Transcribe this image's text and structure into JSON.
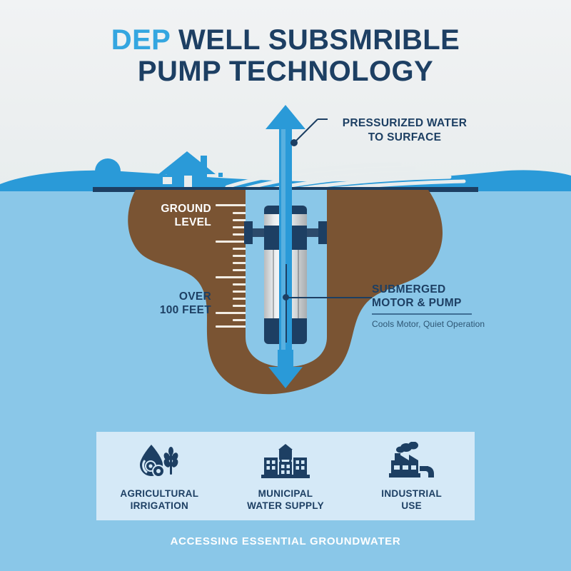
{
  "title": {
    "accent": "DEP",
    "rest": " WELL SUBSMRIBLE",
    "line2": "PUMP TECHNOLOGY"
  },
  "callouts": {
    "top": {
      "line1": "PRESSURIZED WATER",
      "line2": "TO SURFACE"
    },
    "right": {
      "line1": "SUBMERGED",
      "line2": "MOTOR & PUMP",
      "subtitle": "Cools Motor, Quiet Operation"
    }
  },
  "labels": {
    "ground_level_l1": "GROUND",
    "ground_level_l2": "LEVEL",
    "depth_l1": "OVER",
    "depth_l2": "100 FEET"
  },
  "uses": [
    {
      "icon": "water-drop-gears-wheat-icon",
      "l1": "AGRICULTURAL",
      "l2": "IRRIGATION"
    },
    {
      "icon": "water-tower-buildings-icon",
      "l1": "MUNICIPAL",
      "l2": "WATER SUPPLY"
    },
    {
      "icon": "factory-pipe-icon",
      "l1": "INDUSTRIAL",
      "l2": "USE"
    }
  ],
  "footer": "ACCESSING ESSENTIAL GROUNDWATER",
  "colors": {
    "navy": "#1d3f63",
    "accent_blue": "#34a6e0",
    "water_blue": "#8ac7e8",
    "stream_blue": "#2a9ad8",
    "soil_brown": "#7a5433",
    "panel_blue": "#d5e9f7",
    "sky": "#eef1f2"
  }
}
